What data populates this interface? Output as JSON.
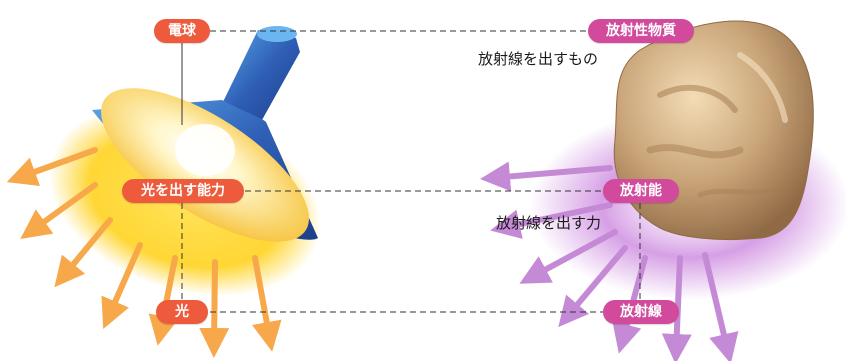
{
  "colors": {
    "orange_label": "#ee5a3c",
    "magenta_label": "#d14a9c",
    "lamp_shade": "#2f5fb6",
    "lamp_light": "#fff1a8",
    "glow": "#ffd21f",
    "ray_orange": "#f7a84a",
    "ray_purple": "#c58ad6",
    "rock": "#c9a478"
  },
  "left": {
    "bulb_label": "電球",
    "ability_label": "光を出す能力",
    "light_label": "光"
  },
  "right": {
    "substance_label": "放射性物質",
    "substance_caption": "放射線を出すもの",
    "ability_label": "放射能",
    "ability_caption": "放射線を出す力",
    "radiation_label": "放射線"
  },
  "icons": {
    "lamp": "desk-lamp-icon",
    "rock": "radioactive-rock-icon"
  }
}
